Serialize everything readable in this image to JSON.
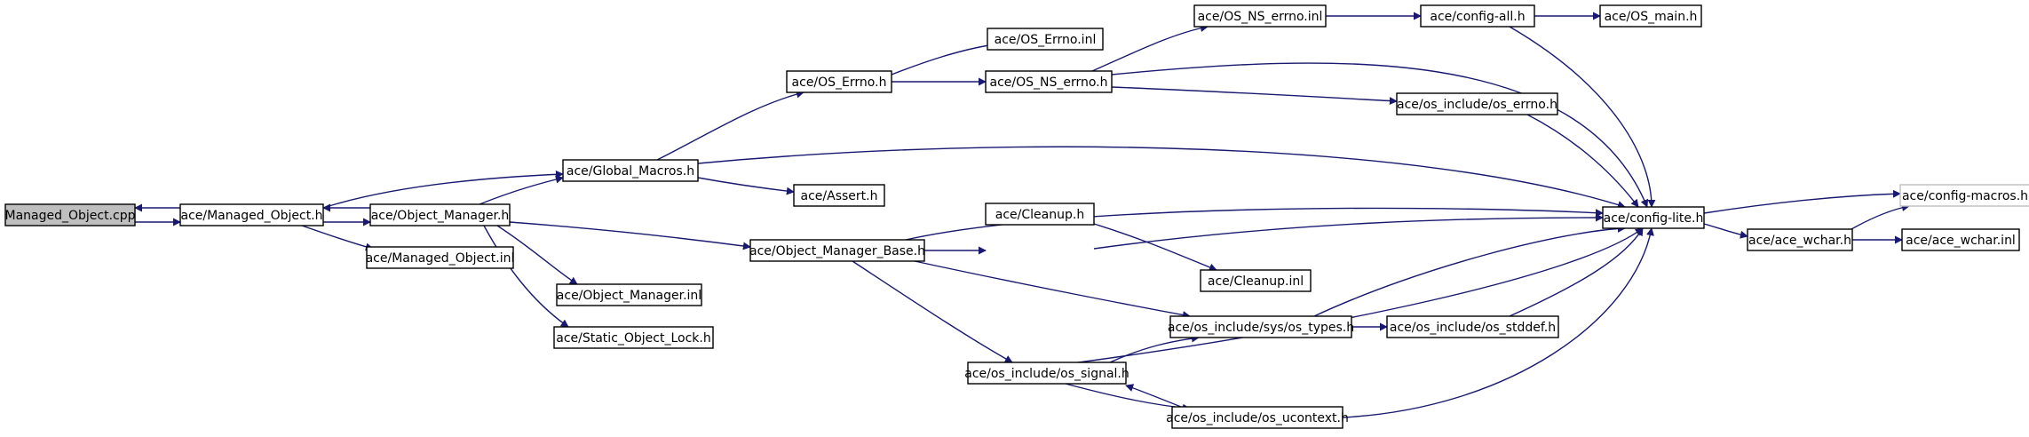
{
  "colors": {
    "edge": "#191970",
    "root_fill": "#bfbfbf",
    "node_border": "#000000",
    "muted_border": "#bfbfbf"
  },
  "graph": {
    "nodes": [
      {
        "id": "managed_object_cpp",
        "label": "Managed_Object.cpp",
        "style": "root"
      },
      {
        "id": "managed_object_h",
        "label": "ace/Managed_Object.h"
      },
      {
        "id": "global_macros_h",
        "label": "ace/Global_Macros.h"
      },
      {
        "id": "object_manager_h",
        "label": "ace/Object_Manager.h"
      },
      {
        "id": "managed_object_inl",
        "label": "ace/Managed_Object.inl"
      },
      {
        "id": "os_errno_h",
        "label": "ace/OS_Errno.h"
      },
      {
        "id": "assert_h",
        "label": "ace/Assert.h"
      },
      {
        "id": "os_errno_inl",
        "label": "ace/OS_Errno.inl"
      },
      {
        "id": "os_ns_errno_h",
        "label": "ace/OS_NS_errno.h"
      },
      {
        "id": "os_ns_errno_inl",
        "label": "ace/OS_NS_errno.inl"
      },
      {
        "id": "config_all_h",
        "label": "ace/config-all.h"
      },
      {
        "id": "os_main_h",
        "label": "ace/OS_main.h"
      },
      {
        "id": "os_include_errno_h",
        "label": "ace/os_include/os_errno.h"
      },
      {
        "id": "config_lite_h",
        "label": "ace/config-lite.h"
      },
      {
        "id": "object_manager_base_h",
        "label": "ace/Object_Manager_Base.h"
      },
      {
        "id": "object_manager_inl",
        "label": "ace/Object_Manager.inl"
      },
      {
        "id": "static_object_lock_h",
        "label": "ace/Static_Object_Lock.h"
      },
      {
        "id": "cleanup_h",
        "label": "ace/Cleanup.h"
      },
      {
        "id": "cleanup_inl",
        "label": "ace/Cleanup.inl"
      },
      {
        "id": "os_types_h",
        "label": "ace/os_include/sys/os_types.h"
      },
      {
        "id": "os_stddef_h",
        "label": "ace/os_include/os_stddef.h"
      },
      {
        "id": "os_signal_h",
        "label": "ace/os_include/os_signal.h"
      },
      {
        "id": "os_ucontext_h",
        "label": "ace/os_include/os_ucontext.h"
      },
      {
        "id": "config_macros_h",
        "label": "ace/config-macros.h",
        "style": "muted"
      },
      {
        "id": "ace_wchar_h",
        "label": "ace/ace_wchar.h"
      },
      {
        "id": "ace_wchar_inl",
        "label": "ace/ace_wchar.inl"
      }
    ],
    "edges": [
      [
        "managed_object_cpp",
        "managed_object_h"
      ],
      [
        "managed_object_h",
        "managed_object_cpp"
      ],
      [
        "managed_object_h",
        "global_macros_h"
      ],
      [
        "managed_object_h",
        "object_manager_h"
      ],
      [
        "managed_object_h",
        "managed_object_inl"
      ],
      [
        "object_manager_h",
        "managed_object_h"
      ],
      [
        "object_manager_h",
        "global_macros_h"
      ],
      [
        "object_manager_h",
        "object_manager_base_h"
      ],
      [
        "object_manager_h",
        "object_manager_inl"
      ],
      [
        "object_manager_h",
        "static_object_lock_h"
      ],
      [
        "global_macros_h",
        "os_errno_h"
      ],
      [
        "global_macros_h",
        "config_lite_h"
      ],
      [
        "global_macros_h",
        "assert_h"
      ],
      [
        "os_errno_h",
        "os_errno_inl"
      ],
      [
        "os_errno_h",
        "os_ns_errno_h"
      ],
      [
        "os_ns_errno_h",
        "os_ns_errno_inl"
      ],
      [
        "os_ns_errno_h",
        "config_lite_h"
      ],
      [
        "os_ns_errno_h",
        "os_include_errno_h"
      ],
      [
        "os_ns_errno_inl",
        "config_all_h"
      ],
      [
        "config_all_h",
        "os_main_h"
      ],
      [
        "config_all_h",
        "config_lite_h"
      ],
      [
        "os_include_errno_h",
        "config_lite_h"
      ],
      [
        "object_manager_base_h",
        "config_lite_h"
      ],
      [
        "object_manager_base_h",
        "cleanup_h"
      ],
      [
        "object_manager_base_h",
        "os_types_h"
      ],
      [
        "object_manager_base_h",
        "os_signal_h"
      ],
      [
        "cleanup_h",
        "config_lite_h"
      ],
      [
        "cleanup_h",
        "cleanup_inl"
      ],
      [
        "os_types_h",
        "config_lite_h"
      ],
      [
        "os_types_h",
        "os_stddef_h"
      ],
      [
        "os_stddef_h",
        "config_lite_h"
      ],
      [
        "os_signal_h",
        "os_types_h"
      ],
      [
        "os_signal_h",
        "config_lite_h"
      ],
      [
        "os_signal_h",
        "os_ucontext_h"
      ],
      [
        "os_ucontext_h",
        "os_signal_h"
      ],
      [
        "os_ucontext_h",
        "config_lite_h"
      ],
      [
        "config_lite_h",
        "config_macros_h"
      ],
      [
        "config_lite_h",
        "ace_wchar_h"
      ],
      [
        "ace_wchar_h",
        "config_macros_h"
      ],
      [
        "ace_wchar_h",
        "ace_wchar_inl"
      ]
    ]
  }
}
